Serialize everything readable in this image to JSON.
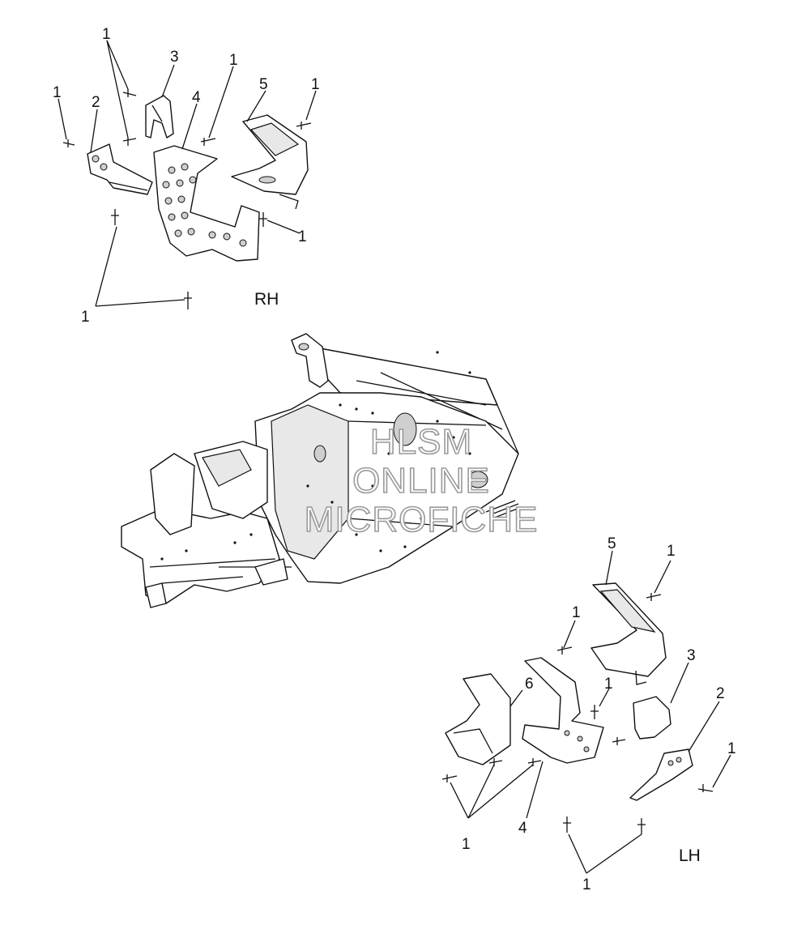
{
  "labels": {
    "rh": "RH",
    "lh": "LH"
  },
  "watermark": [
    "HLSM",
    "ONLINE",
    "MICROFICHE"
  ],
  "callouts": {
    "rh": {
      "c1_top": "1",
      "c1_left": "1",
      "c1_mid": "1",
      "c1_right": "1",
      "c1_lower": "1",
      "c1_bottom": "1",
      "c2": "2",
      "c3": "3",
      "c4": "4",
      "c5": "5"
    },
    "lh": {
      "c5": "5",
      "c1_top": "1",
      "c1_mid": "1",
      "c1_center": "1",
      "c3": "3",
      "c6": "6",
      "c2": "2",
      "c1_right": "1",
      "c1_leftgroup": "1",
      "c4": "4",
      "c1_bottom": "1"
    }
  }
}
